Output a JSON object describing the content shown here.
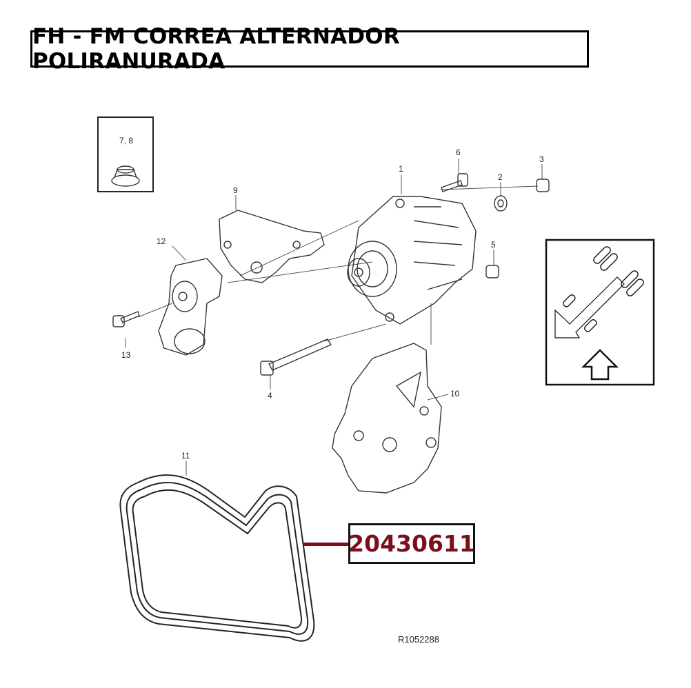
{
  "title": "FH - FM CORREA ALTERNADOR POLIRANURADA",
  "part_number": "20430611",
  "part_number_color": "#7b0f1a",
  "reference_code": "R1052288",
  "callouts": {
    "c78": "7, 8",
    "c1": "1",
    "c2": "2",
    "c3": "3",
    "c4": "4",
    "c5": "5",
    "c6": "6",
    "c9": "9",
    "c10": "10",
    "c11": "11",
    "c12": "12",
    "c13": "13"
  }
}
